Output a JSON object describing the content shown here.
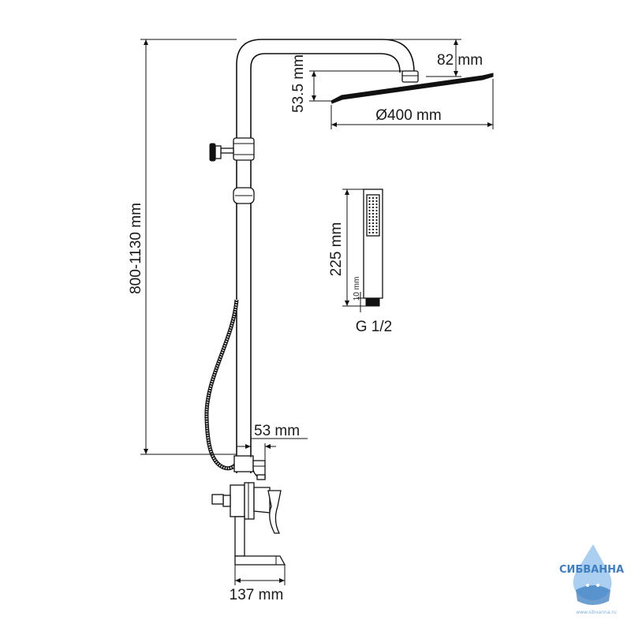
{
  "dimensions": {
    "total_height": "800-1130 mm",
    "head_depth": "82 mm",
    "head_thickness": "53.5 mm",
    "head_diameter": "Ø400 mm",
    "hand_length": "225 mm",
    "hand_thread_len": "10 mm",
    "hand_thread": "G 1/2",
    "diverter_offset": "53 mm",
    "spout_width": "137 mm"
  },
  "logo": {
    "brand": "СИБВАННА",
    "site": "www.sibvanna.ru",
    "colors": {
      "primary": "#3d7fc2",
      "light": "#9cc7ee"
    }
  }
}
